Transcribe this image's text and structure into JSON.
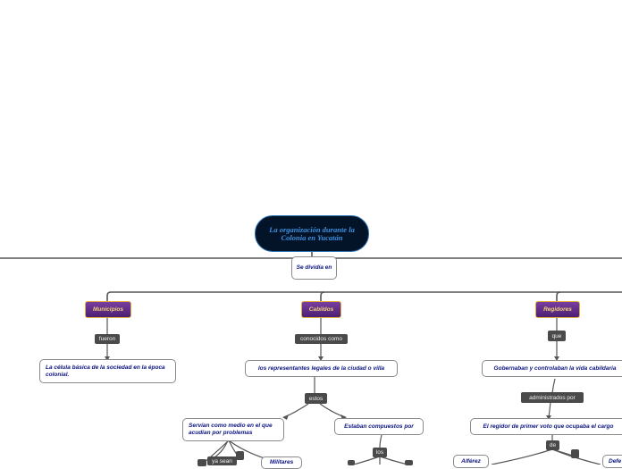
{
  "root": {
    "title": "La organización durante la Colonia en Yucatán"
  },
  "root_link": {
    "text": "Se dividía en"
  },
  "categories": [
    "Municipios",
    "Cabildos",
    "Regidores"
  ],
  "tags": {
    "fueron": "fueron",
    "conocidos_como": "conocidos como",
    "que": "que",
    "estos": "estos",
    "administrados_por": "administrados por",
    "ya_sean": "ya sean",
    "los": "los",
    "de": "de"
  },
  "nodes": {
    "celula": "La célula básica de la sociedad en la época colonial.",
    "representantes": "los representantes legales de la ciudad o villa",
    "gobernaban": "Gobernaban y controlaban la vida cabildaria",
    "servian": "Servían como medio en el que acudían por problemas",
    "compuestos": "Estaban compuestos por",
    "regidor": "El regidor de primer voto que ocupaba el cargo",
    "militares": "Militares",
    "alferez": "Alférez",
    "defe": "Defe"
  }
}
